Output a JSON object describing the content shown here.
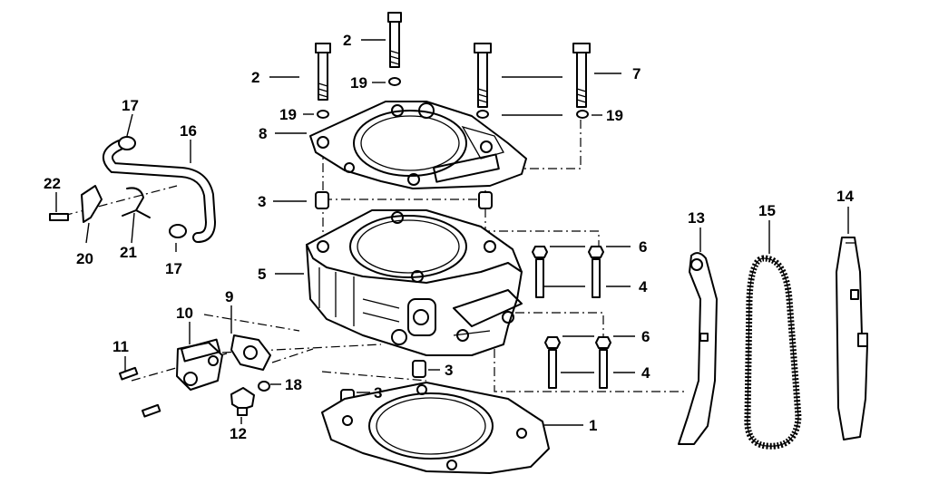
{
  "diagram": {
    "callouts": {
      "c1": "1",
      "c2a": "2",
      "c2b": "2",
      "c3a": "3",
      "c3b": "3",
      "c3c": "3",
      "c4a": "4",
      "c4b": "4",
      "c5": "5",
      "c6a": "6",
      "c6b": "6",
      "c7": "7",
      "c8": "8",
      "c9": "9",
      "c10": "10",
      "c11": "11",
      "c12": "12",
      "c13": "13",
      "c14": "14",
      "c15": "15",
      "c16": "16",
      "c17a": "17",
      "c17b": "17",
      "c18": "18",
      "c19a": "19",
      "c19b": "19",
      "c19c": "19",
      "c20": "20",
      "c21": "21",
      "c22": "22"
    }
  }
}
